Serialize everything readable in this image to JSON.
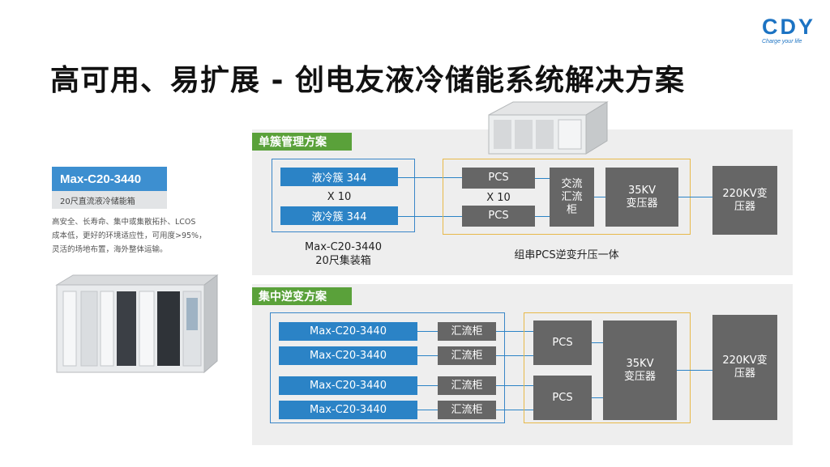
{
  "title": "高可用、易扩展 - 创电友液冷储能系统解决方案",
  "logo": {
    "text": "CDY",
    "slogan": "Charge your life"
  },
  "product": {
    "model": "Max-C20-3440",
    "subtitle": "20尺直流液冷储能箱",
    "desc_lines": [
      "高安全、长寿命、集中或集散拓扑、LCOS",
      "成本低，更好的环境适应性，可用度>95%，",
      "灵活的场地布置，海外整体运输。"
    ]
  },
  "scheme1": {
    "tag": "单簇管理方案",
    "cluster1": "液冷簇 344",
    "cluster2": "液冷簇 344",
    "cluster_mult": "X 10",
    "pcs1": "PCS",
    "pcs2": "PCS",
    "pcs_mult": "X 10",
    "ac_cab": [
      "交流",
      "汇流",
      "柜"
    ],
    "transformer": [
      "35KV",
      "变压器"
    ],
    "grid": [
      "220KV变",
      "压器"
    ],
    "container_caption": [
      "Max-C20-3440",
      "20尺集装箱"
    ],
    "pcs_caption": "组串PCS逆变升压一体"
  },
  "scheme2": {
    "tag": "集中逆变方案",
    "units": [
      "Max-C20-3440",
      "Max-C20-3440",
      "Max-C20-3440",
      "Max-C20-3440"
    ],
    "combiners": [
      "汇流柜",
      "汇流柜",
      "汇流柜",
      "汇流柜"
    ],
    "pcs1": "PCS",
    "pcs2": "PCS",
    "transformer": [
      "35KV",
      "变压器"
    ],
    "grid": [
      "220KV变",
      "压器"
    ]
  }
}
